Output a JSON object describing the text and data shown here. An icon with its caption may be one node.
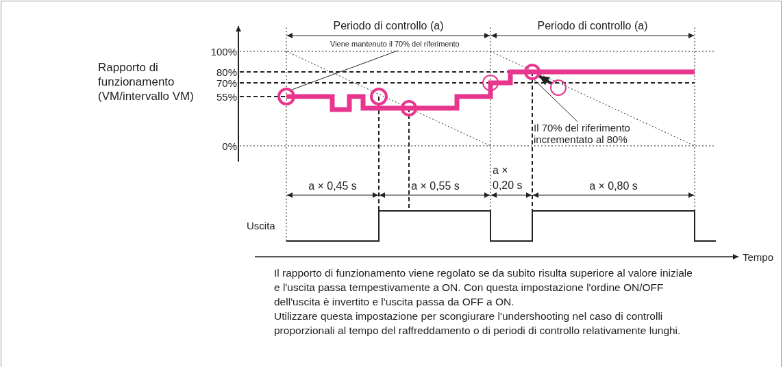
{
  "diagram": {
    "nodes": [
      {
        "text": [
          "Viene mantenuto il 70% del riferimento"
        ]
      },
      {
        "text": [
          "Il 70% del riferimento incrementato al 80%"
        ]
      },
      {
        "text": [],
        "shape": "circle"
      },
      {
        "text": [],
        "shape": "circle"
      },
      {
        "text": [],
        "shape": "circle"
      },
      {
        "text": [],
        "shape": "circle"
      },
      {
        "text": [],
        "shape": "circle"
      },
      {
        "text": [],
        "shape": "circle"
      }
    ],
    "edges": [
      {
        "from": 0,
        "to": 2,
        "arrow": "none"
      },
      {
        "from": 1,
        "to": 6,
        "arrow": "none"
      },
      {
        "from": 7,
        "to": 6,
        "arrow": "to",
        "style": "thick"
      }
    ],
    "labels": [
      "Periodo di controllo (a)",
      "Periodo di controllo (a)",
      "100%",
      "80%",
      "70%",
      "55%",
      "0%",
      "Rapporto di funzionamento (VM/intervallo VM)",
      "a × 0,45 s",
      "a × 0,55 s",
      "a × 0,20 s",
      "a × 0,80 s",
      "Uscita",
      "Tempo",
      "Il rapporto di funzionamento viene regolato se da subito risulta superiore al valore iniziale e l'uscita passa tempestivamente a ON. Con questa impostazione l'ordine ON/OFF dell'uscita è invertito e l'uscita passa da OFF a ON.",
      "Utilizzare questa impostazione per scongiurare l'undershooting nel caso di controlli proporzionali al tempo del raffreddamento o di periodi di controllo relativamente lunghi."
    ]
  }
}
